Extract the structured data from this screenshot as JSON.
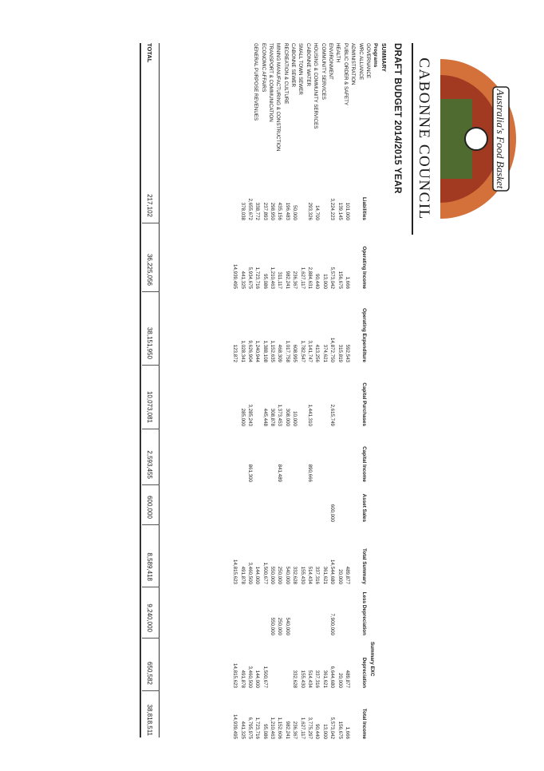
{
  "header": {
    "logo_text": "Australia's Food Basket",
    "council_name": "CABONNE COUNCIL",
    "title": "DRAFT BUDGET 2014/2015 YEAR",
    "summary": "SUMMARY",
    "programs_label": "Programs",
    "summary_exc": "Summary EXC"
  },
  "columns": [
    "Liabilities",
    "Operating Income",
    "Operating Expenditure",
    "Capital Purchases",
    "Capital Income",
    "Asset Sales",
    "Total Summary",
    "Less Depreciation",
    "Depreciation",
    "Total Income"
  ],
  "programs": [
    "GOVERNANCE",
    "WRC ALLIANCE",
    "ADMINISTRATION",
    "PUBLIC ORDER & SAFETY",
    "HEALTH",
    "ENVIRONMENT",
    "COMMUNITY SERVICES",
    "HOUSING & COMMUNITY SERVICES",
    "CABONNE WATER",
    "SMALL TOWN SEWER",
    "CABONNE SEWER",
    "RECREATION & CULTURE",
    "MINING MANUFACTURING & CONSTRUCTION",
    "TRANSPORT & COMMUNICATION",
    "ECONOMIC AFFAIRS",
    "GENERAL PURPOSE REVENUES"
  ],
  "table": {
    "liabilities": [
      "101,000",
      "139,145",
      "3,224,223",
      "",
      "14,700",
      "293,326",
      "",
      "50,000",
      "196,483",
      "435,156",
      "298,950",
      "237,893",
      "338,772",
      "2,655,672",
      "378,038",
      ""
    ],
    "operating_income": [
      "1,666",
      "156,675",
      "5,573,042",
      "13,000",
      "90,440",
      "2,884,631",
      "1,627,117",
      "236,367",
      "982,241",
      "311,117",
      "1,210,463",
      "95,086",
      "1,723,716",
      "5,934,675",
      "441,325",
      "14,939,495"
    ],
    "operating_expenditure": [
      "592,543",
      "315,819",
      "14,872,750",
      "374,621",
      "413,256",
      "3,141,747",
      "1,782,547",
      "608,995",
      "1,017,758",
      "468,309",
      "1,152,635",
      "1,388,108",
      "1,240,944",
      "9,626,904",
      "1,028,341",
      "123,872"
    ],
    "capital_purchases": [
      "",
      "",
      "2,615,749",
      "",
      "",
      "1,441,310",
      "",
      "10,000",
      "308,000",
      "1,373,453",
      "308,878",
      "445,448",
      "",
      "3,285,243",
      "285,000",
      ""
    ],
    "capital_income": [
      "",
      "",
      "",
      "",
      "",
      "890,666",
      "",
      "",
      "",
      "841,489",
      "",
      "",
      "",
      "861,300",
      "",
      ""
    ],
    "asset_sales": [
      "",
      "",
      "600,000",
      "",
      "",
      "",
      "",
      "",
      "",
      "",
      "",
      "",
      "",
      "",
      "",
      ""
    ],
    "total_summary": [
      "489,877",
      "20,000",
      "14,544,680",
      "361,621",
      "337,316",
      "514,434",
      "155,430",
      "332,628",
      "540,000",
      "250,000",
      "550,000",
      "1,500,677",
      "144,000",
      "3,460,500",
      "491,878",
      "14,815,623"
    ],
    "less_depreciation": [
      "",
      "",
      "7,900,000",
      "",
      "",
      "",
      "",
      "",
      "540,000",
      "250,000",
      "550,000",
      "",
      "",
      "",
      "",
      ""
    ],
    "depreciation": [
      "489,877",
      "20,000",
      "6,644,680",
      "361,621",
      "337,316",
      "514,434",
      "155,430",
      "332,628",
      "",
      "",
      "",
      "1,500,677",
      "144,000",
      "3,460,500",
      "491,878",
      "14,815,623"
    ],
    "total_income": [
      "1,666",
      "156,675",
      "5,573,042",
      "13,000",
      "90,440",
      "3,775,297",
      "1,627,117",
      "236,367",
      "982,241",
      "1,152,606",
      "1,210,463",
      "95,086",
      "1,723,716",
      "6,795,975",
      "441,325",
      "14,939,495"
    ]
  },
  "totals": {
    "label": "TOTAL",
    "liabilities": "217,102",
    "operating_income": "36,225,056",
    "operating_expenditure": "38,151,950",
    "capital_purchases": "10,073,081",
    "capital_income": "2,593,455",
    "asset_sales": "600,000",
    "total_summary": "8,589,418",
    "less_depreciation": "9,240,000",
    "depreciation": "650,582",
    "total_income": "38,818,511"
  },
  "colors": {
    "ink": "#1a1a1a",
    "logo_red": "#a23a22",
    "logo_green": "#4f6b2f",
    "logo_orange": "#d4703a"
  }
}
